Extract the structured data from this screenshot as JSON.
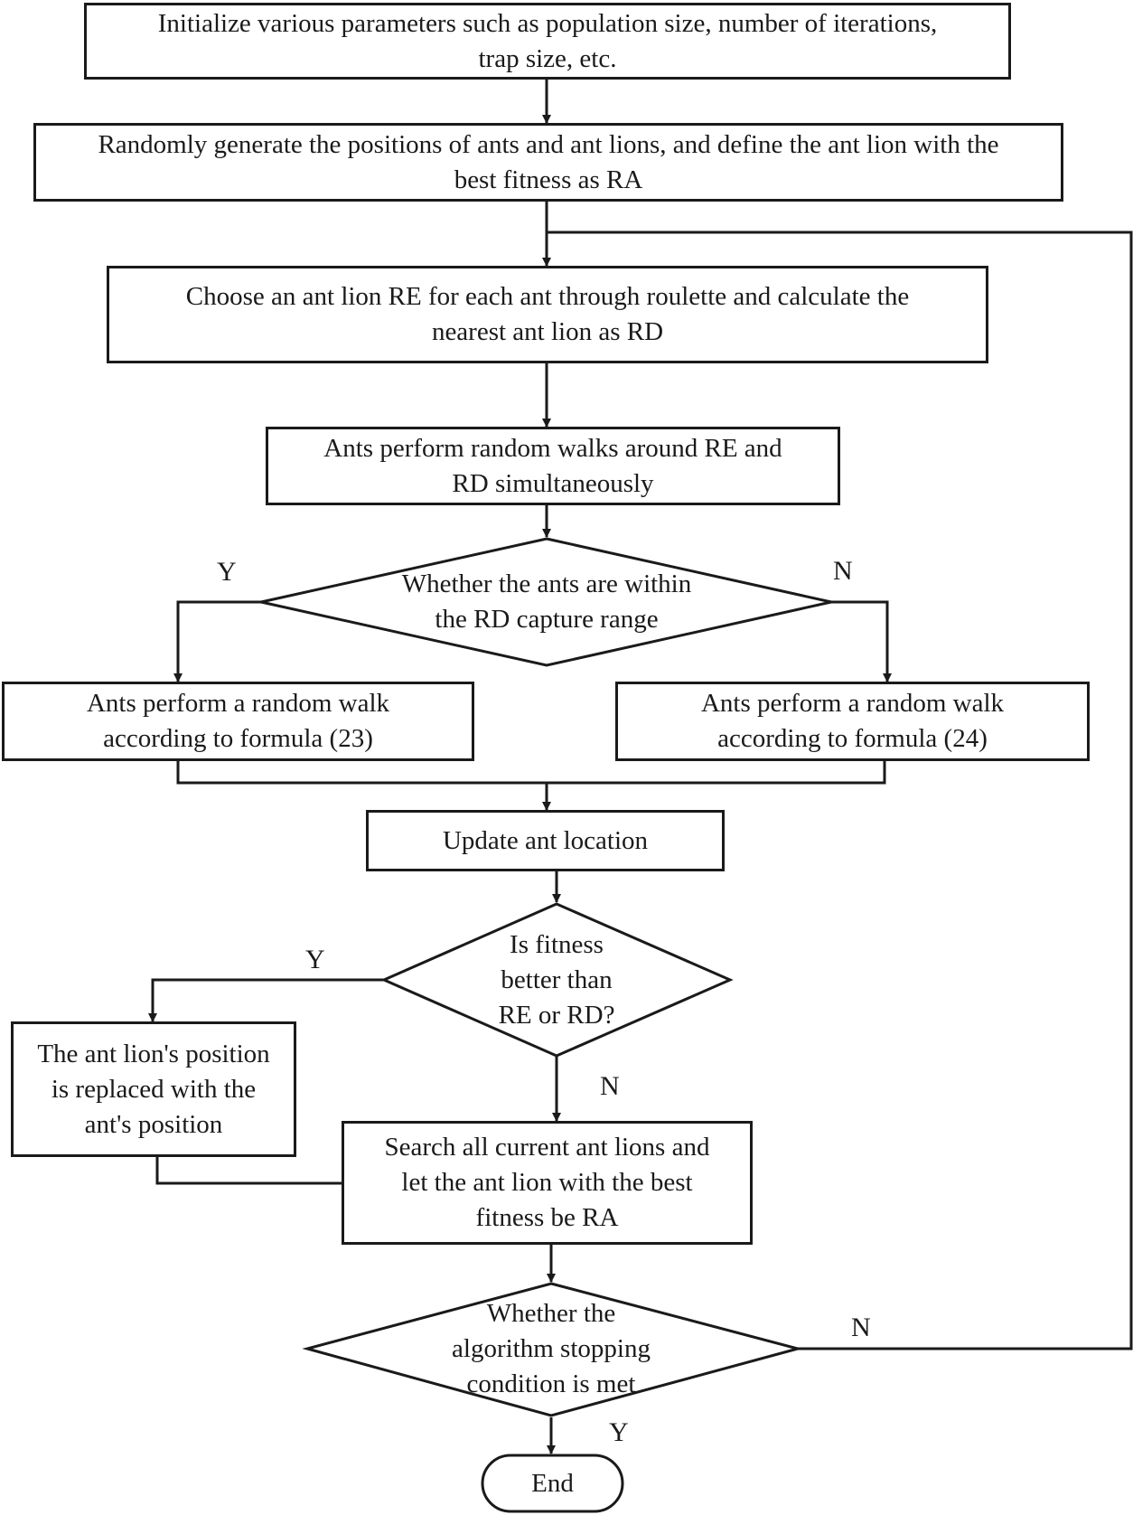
{
  "nodes": {
    "init": "Initialize various parameters such as population size, number of iterations,\ntrap size, etc.",
    "generate": "Randomly generate the positions of ants and ant lions, and define the ant lion with the\nbest fitness as RA",
    "choose": "Choose an ant lion RE for each ant through roulette and calculate the\nnearest ant lion as RD",
    "walk_both": "Ants perform random walks around RE and\nRD simultaneously",
    "decision_capture": "Whether the ants are within\nthe RD capture range",
    "walk_23": "Ants perform a random walk\naccording to formula (23)",
    "walk_24": "Ants perform a random walk\naccording to formula (24)",
    "update": "Update ant location",
    "decision_fitness": "Is fitness\nbetter than\nRE or RD?",
    "replace": "The ant lion's position\nis replaced with the\nant's position",
    "search": "Search all current ant lions and\nlet the ant lion with the best\nfitness be RA",
    "decision_stop": "Whether the\nalgorithm stopping\ncondition is met",
    "end": "End"
  },
  "edge_labels": {
    "capture_yes": "Y",
    "capture_no": "N",
    "fitness_yes": "Y",
    "fitness_no": "N",
    "stop_no": "N",
    "stop_yes": "Y"
  }
}
